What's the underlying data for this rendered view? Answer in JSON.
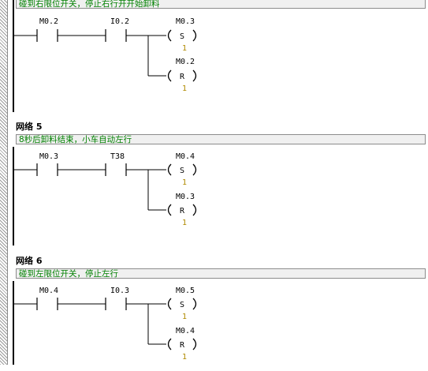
{
  "networks": [
    {
      "title": "",
      "comment": "碰到右限位开关，停止右行开开始卸料",
      "contact1": "M0.2",
      "contact2": "I0.2",
      "coil1": {
        "operand": "M0.3",
        "type": "S",
        "count": "1"
      },
      "coil2": {
        "operand": "M0.2",
        "type": "R",
        "count": "1"
      }
    },
    {
      "title": "网络 5",
      "comment": "8秒后卸料结束，小车自动左行",
      "contact1": "M0.3",
      "contact2": "T38",
      "coil1": {
        "operand": "M0.4",
        "type": "S",
        "count": "1"
      },
      "coil2": {
        "operand": "M0.3",
        "type": "R",
        "count": "1"
      }
    },
    {
      "title": "网络 6",
      "comment": "碰到左限位开关，停止左行",
      "contact1": "M0.4",
      "contact2": "I0.3",
      "coil1": {
        "operand": "M0.5",
        "type": "S",
        "count": "1"
      },
      "coil2": {
        "operand": "M0.4",
        "type": "R",
        "count": "1"
      }
    }
  ]
}
